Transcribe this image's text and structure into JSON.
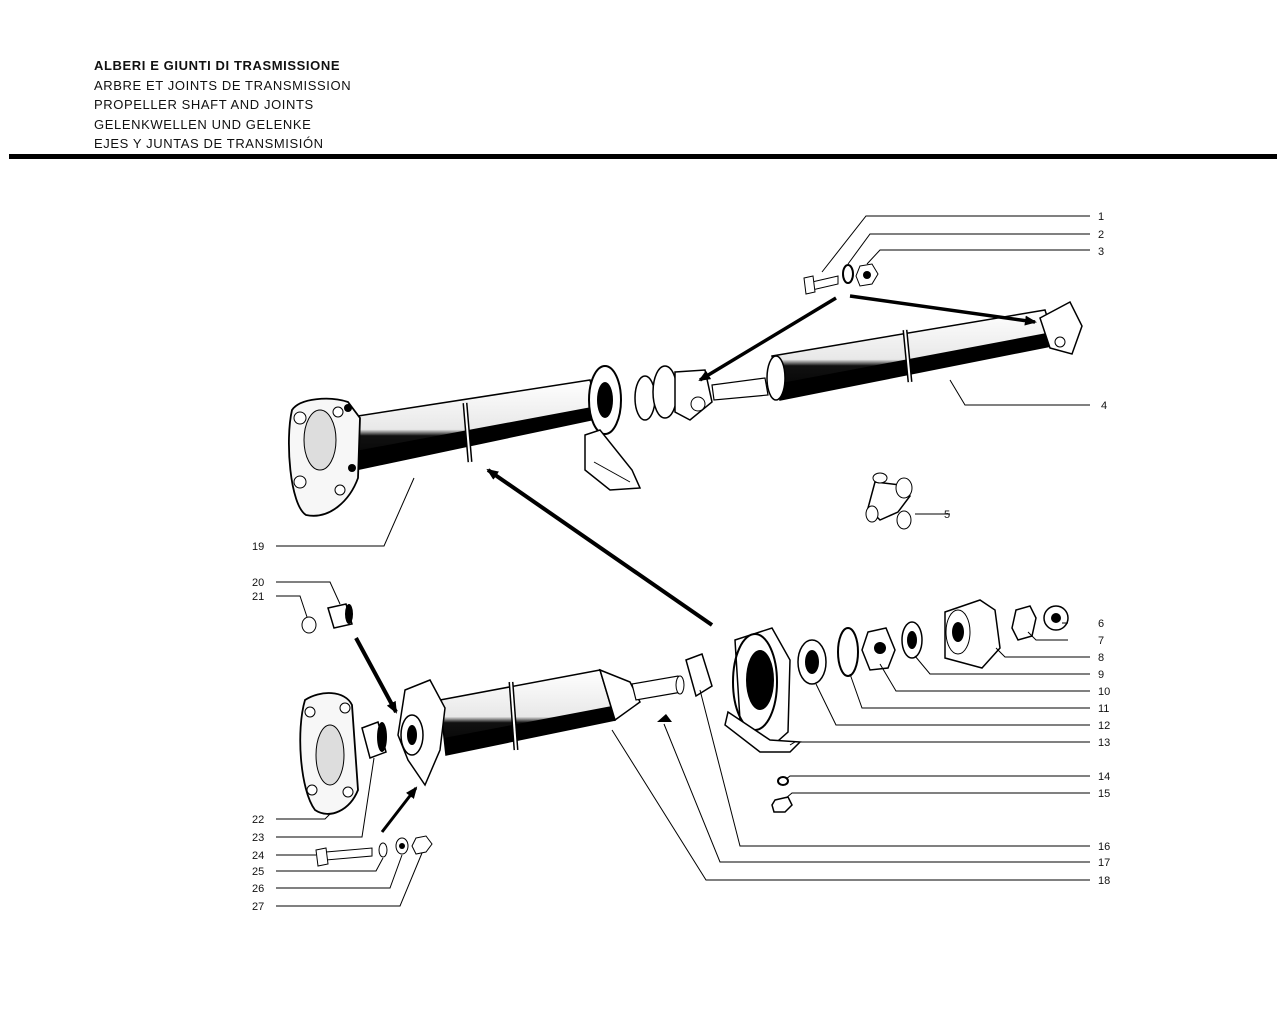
{
  "titles": [
    "ALBERI E GIUNTI DI TRASMISSIONE",
    "ARBRE ET JOINTS DE TRANSMISSION",
    "PROPELLER SHAFT AND JOINTS",
    "GELENKWELLEN UND GELENKE",
    "EJES Y JUNTAS DE TRANSMISIÓN"
  ],
  "callouts": [
    "1",
    "2",
    "3",
    "4",
    "5",
    "6",
    "7",
    "8",
    "9",
    "10",
    "11",
    "12",
    "13",
    "14",
    "15",
    "16",
    "17",
    "18",
    "19",
    "20",
    "21",
    "22",
    "23",
    "24",
    "25",
    "26",
    "27"
  ]
}
